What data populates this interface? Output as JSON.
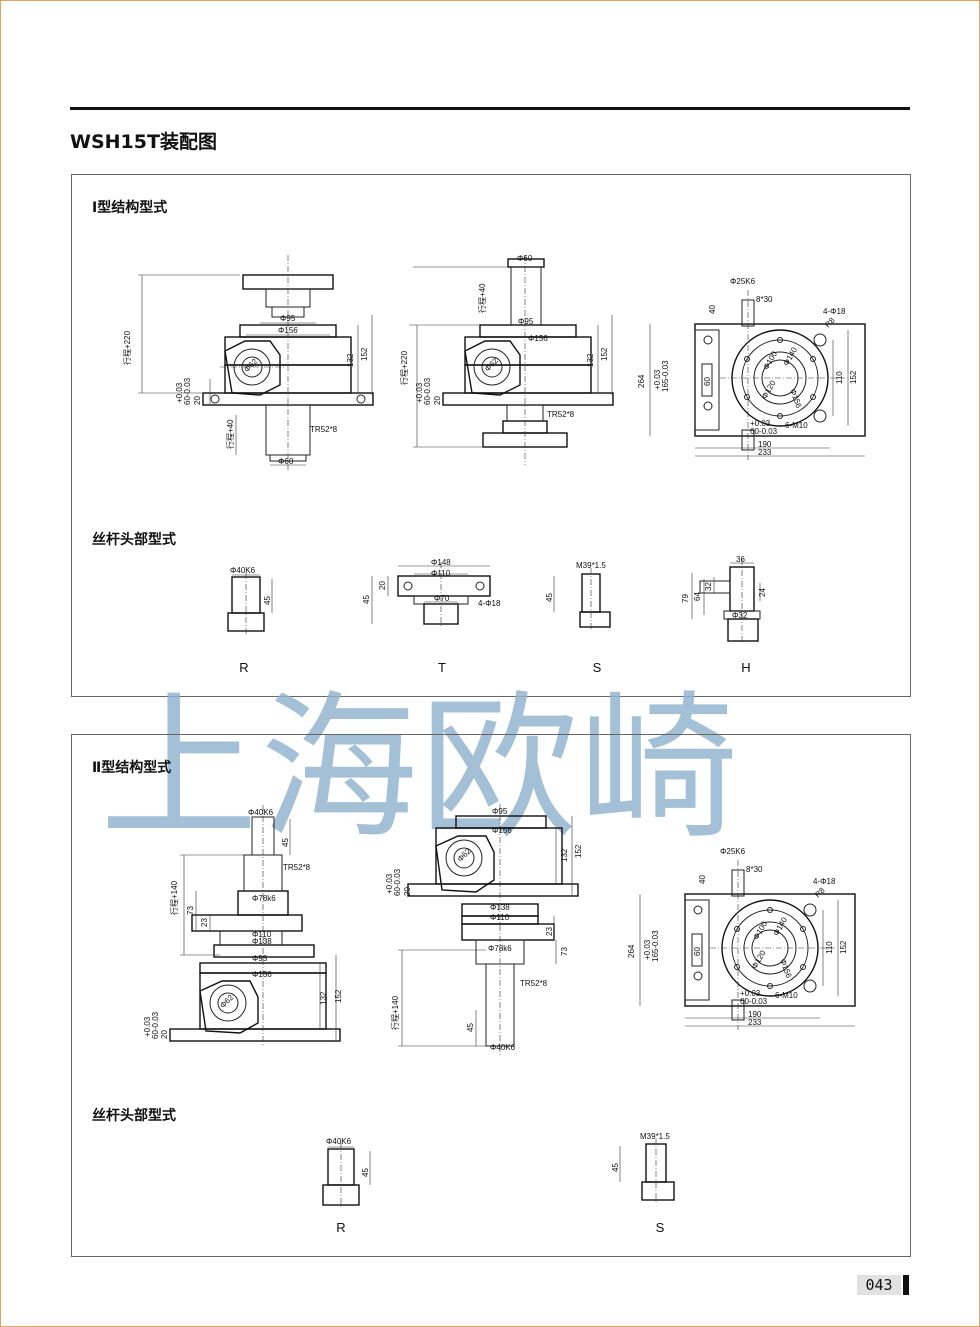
{
  "page": {
    "title": "WSH15T装配图",
    "watermark": "上海欧崎",
    "page_number": "043"
  },
  "section1": {
    "label": "Ⅰ型结构型式",
    "head_label": "丝杆头部型式",
    "views": {
      "a": {
        "d_top": "Φ95",
        "d_body": "Φ156",
        "d_worm": "Φ62",
        "stroke1": "行程+220",
        "stroke2": "行程+40",
        "tol": "+0.03",
        "tol_val": "60-0.03",
        "h20": "20",
        "h132": "132",
        "h152": "152",
        "thread": "TR52*8",
        "d_bottom": "Φ60"
      },
      "b": {
        "d_top": "Φ60",
        "d_mid": "Φ95",
        "d_body": "Φ156",
        "d_worm": "Φ62",
        "stroke1": "行程+40",
        "stroke2": "行程+220",
        "tol": "+0.03",
        "tol_val": "60-0.03",
        "h20": "20",
        "h132": "132",
        "h152": "152",
        "thread": "TR52*8"
      },
      "c": {
        "shaft": "Φ25K6",
        "key": "8*30",
        "holes": "4-Φ18",
        "radius": "R8",
        "h40": "40",
        "h264": "264",
        "tol": "+0.03",
        "tol_val": "165-0.03",
        "h60": "60",
        "d100": "Φ100",
        "d140": "Φ140",
        "d120": "Φ120",
        "d156": "Φ156",
        "h110": "110",
        "h152": "152",
        "tol2": "+0.03",
        "tol2_val": "60-0.03",
        "thread": "6-M10",
        "w190": "190",
        "w233": "233"
      }
    },
    "heads": [
      {
        "caption": "R",
        "d1": "Φ40K6",
        "h": "45"
      },
      {
        "caption": "T",
        "d1": "Φ148",
        "d2": "Φ110",
        "d3": "Φ70",
        "holes": "4-Φ18",
        "h45": "45",
        "h20": "20"
      },
      {
        "caption": "S",
        "thread": "M39*1.5",
        "h": "45"
      },
      {
        "caption": "H",
        "w36": "36",
        "h79": "79",
        "h64": "64",
        "h32": "32",
        "h24": "24",
        "d32": "Φ32"
      }
    ]
  },
  "section2": {
    "label": "Ⅱ型结构型式",
    "head_label": "丝杆头部型式",
    "views": {
      "a": {
        "d_top": "Φ40K6",
        "h45": "45",
        "thread": "TR52*8",
        "stroke": "行程+140",
        "h73": "73",
        "h23": "23",
        "d78": "Φ78k6",
        "d110": "Φ110",
        "d138": "Φ138",
        "d95": "Φ95",
        "d156": "Φ156",
        "d_worm": "Φ62",
        "tol": "+0.03",
        "tol_val": "60-0.03",
        "h20": "20",
        "h132": "132",
        "h152": "152"
      },
      "b": {
        "d95": "Φ95",
        "d156": "Φ156",
        "d_worm": "Φ62",
        "tol": "+0.03",
        "tol_val": "60-0.03",
        "h20": "20",
        "h132": "132",
        "h152": "152",
        "d138": "Φ138",
        "d110": "Φ110",
        "h23": "23",
        "d78": "Φ78k6",
        "h73": "73",
        "thread": "TR52*8",
        "stroke": "行程+140",
        "h45": "45",
        "d40": "Φ40K6"
      },
      "c": {
        "shaft": "Φ25K6",
        "key": "8*30",
        "holes": "4-Φ18",
        "radius": "R8",
        "h40": "40",
        "h264": "264",
        "tol": "+0.03",
        "tol_val": "165-0.03",
        "h60": "60",
        "d100": "Φ100",
        "d140": "Φ140",
        "d120": "Φ120",
        "d156": "Φ156",
        "h110": "110",
        "h152": "152",
        "tol2": "+0.03",
        "tol2_val": "60-0.03",
        "thread": "6-M10",
        "w190": "190",
        "w233": "233"
      }
    },
    "heads": [
      {
        "caption": "R",
        "d1": "Φ40K6",
        "h": "45"
      },
      {
        "caption": "S",
        "thread": "M39*1.5",
        "h": "45"
      }
    ]
  }
}
